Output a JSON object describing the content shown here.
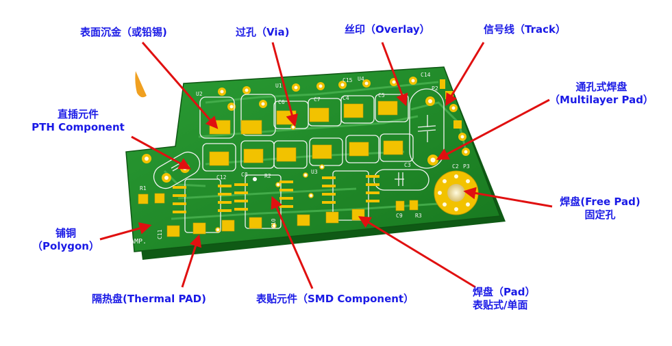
{
  "labels": {
    "gold": "表面沉金（或铅锡)",
    "via": "过孔（Via)",
    "overlay": "丝印（Overlay）",
    "track": "信号线（Track）",
    "multilayer_line1": "通孔式焊盘",
    "multilayer_line2": "（Multilayer Pad）",
    "pth_line1": "直插元件",
    "pth_line2": "PTH Component",
    "freepad_line1": "焊盘(Free Pad)",
    "freepad_line2": "固定孔",
    "polygon_line1": "铺铜",
    "polygon_line2": "（Polygon）",
    "thermal": "隔热盘(Thermal PAD)",
    "smd": "表贴元件（SMD Component）",
    "pad_line1": "焊盘（Pad）",
    "pad_line2": "表贴式/单面"
  },
  "silkscreen": {
    "u2": "U2",
    "u1": "U1",
    "c6": "C6",
    "c7": "C7",
    "c15": "C15",
    "u4": "U4",
    "c4": "C4",
    "c5": "C5",
    "c14": "C14",
    "p2": "P2",
    "c3": "C3",
    "c2": "C2",
    "p3": "P3",
    "c12": "C12",
    "c8": "C8",
    "r2": "R2",
    "u3": "U3",
    "r1": "R1",
    "c11": "C11",
    "c10": "C10",
    "c9": "C9",
    "r3": "R3",
    "amp": "AMP."
  },
  "colors": {
    "label": "#1a1ae6",
    "arrow": "#e01010",
    "board": "#1f8a2a",
    "pad": "#f2c200",
    "silk": "#f4f4f4"
  }
}
